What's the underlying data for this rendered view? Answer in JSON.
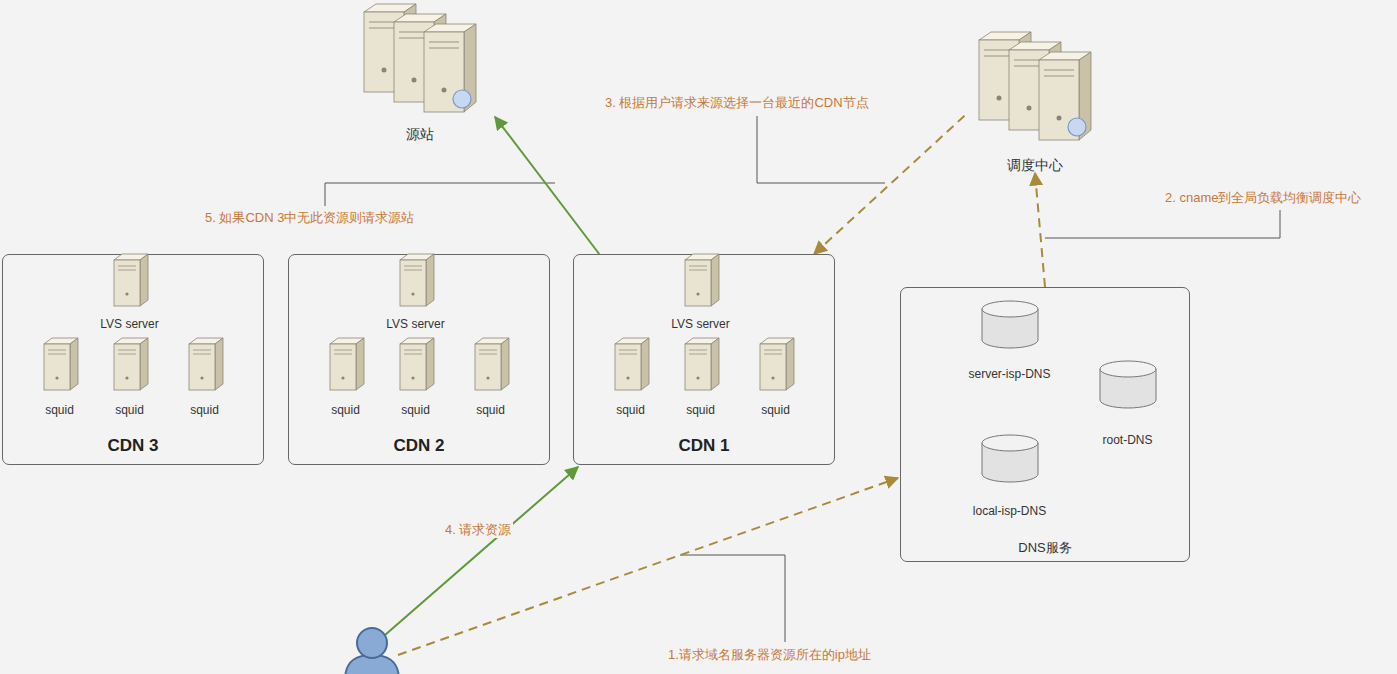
{
  "diagram": {
    "nodes": [
      {
        "text": [
          "源站"
        ]
      },
      {
        "text": [
          "调度中心"
        ]
      },
      {
        "text": [
          "CDN 3"
        ]
      },
      {
        "text": [
          "LVS server"
        ],
        "in": 2
      },
      {
        "text": [
          "squid"
        ],
        "in": 2
      },
      {
        "text": [
          "squid"
        ],
        "in": 2
      },
      {
        "text": [
          "squid"
        ],
        "in": 2
      },
      {
        "text": [
          "CDN 2"
        ]
      },
      {
        "text": [
          "LVS server"
        ],
        "in": 7
      },
      {
        "text": [
          "squid"
        ],
        "in": 7
      },
      {
        "text": [
          "squid"
        ],
        "in": 7
      },
      {
        "text": [
          "squid"
        ],
        "in": 7
      },
      {
        "text": [
          "CDN 1"
        ]
      },
      {
        "text": [
          "LVS server"
        ],
        "in": 12
      },
      {
        "text": [
          "squid"
        ],
        "in": 12
      },
      {
        "text": [
          "squid"
        ],
        "in": 12
      },
      {
        "text": [
          "squid"
        ],
        "in": 12
      },
      {
        "text": [
          "DNS服务"
        ]
      },
      {
        "text": [
          "server-isp-DNS"
        ],
        "in": 17
      },
      {
        "text": [
          "root-DNS"
        ],
        "in": 17
      },
      {
        "text": [
          "local-isp-DNS"
        ],
        "in": 17
      }
    ],
    "edges": [
      {
        "from": 12,
        "to": 0,
        "arrow": "to"
      },
      {
        "from": 1,
        "to": 12,
        "arrow": "to"
      },
      {
        "from": 17,
        "to": 1,
        "arrow": "to"
      },
      {
        "from": 20,
        "to": 18,
        "arrow": "to"
      },
      {
        "from": 20,
        "to": 19,
        "arrow": "to"
      }
    ],
    "labels": [
      "3. 根据用户请求来源选择一台最近的CDN节点",
      "2. cname到全局负载均衡调度中心",
      "5. 如果CDN 3中无此资源则请求源站",
      "4. 请求资源",
      "1.请求域名服务器资源所在的ip地址"
    ]
  }
}
